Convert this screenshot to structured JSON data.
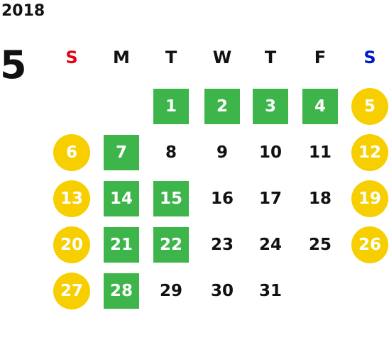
{
  "calendar": {
    "year": "2018",
    "month": "5",
    "weekdays": [
      {
        "label": "S",
        "color": "#e60012"
      },
      {
        "label": "M",
        "color": "#111111"
      },
      {
        "label": "T",
        "color": "#111111"
      },
      {
        "label": "W",
        "color": "#111111"
      },
      {
        "label": "T",
        "color": "#111111"
      },
      {
        "label": "F",
        "color": "#111111"
      },
      {
        "label": "S",
        "color": "#0019c8"
      }
    ],
    "days": [
      {
        "label": "1",
        "style": "green",
        "col": 2,
        "row": 0
      },
      {
        "label": "2",
        "style": "green",
        "col": 3,
        "row": 0
      },
      {
        "label": "3",
        "style": "green",
        "col": 4,
        "row": 0
      },
      {
        "label": "4",
        "style": "green",
        "col": 5,
        "row": 0
      },
      {
        "label": "5",
        "style": "yellow",
        "col": 6,
        "row": 0
      },
      {
        "label": "6",
        "style": "yellow",
        "col": 0,
        "row": 1
      },
      {
        "label": "7",
        "style": "green",
        "col": 1,
        "row": 1
      },
      {
        "label": "8",
        "style": "plain",
        "col": 2,
        "row": 1
      },
      {
        "label": "9",
        "style": "plain",
        "col": 3,
        "row": 1
      },
      {
        "label": "10",
        "style": "plain",
        "col": 4,
        "row": 1
      },
      {
        "label": "11",
        "style": "plain",
        "col": 5,
        "row": 1
      },
      {
        "label": "12",
        "style": "yellow",
        "col": 6,
        "row": 1
      },
      {
        "label": "13",
        "style": "yellow",
        "col": 0,
        "row": 2
      },
      {
        "label": "14",
        "style": "green",
        "col": 1,
        "row": 2
      },
      {
        "label": "15",
        "style": "green",
        "col": 2,
        "row": 2
      },
      {
        "label": "16",
        "style": "plain",
        "col": 3,
        "row": 2
      },
      {
        "label": "17",
        "style": "plain",
        "col": 4,
        "row": 2
      },
      {
        "label": "18",
        "style": "plain",
        "col": 5,
        "row": 2
      },
      {
        "label": "19",
        "style": "yellow",
        "col": 6,
        "row": 2
      },
      {
        "label": "20",
        "style": "yellow",
        "col": 0,
        "row": 3
      },
      {
        "label": "21",
        "style": "green",
        "col": 1,
        "row": 3
      },
      {
        "label": "22",
        "style": "green",
        "col": 2,
        "row": 3
      },
      {
        "label": "23",
        "style": "plain",
        "col": 3,
        "row": 3
      },
      {
        "label": "24",
        "style": "plain",
        "col": 4,
        "row": 3
      },
      {
        "label": "25",
        "style": "plain",
        "col": 5,
        "row": 3
      },
      {
        "label": "26",
        "style": "yellow",
        "col": 6,
        "row": 3
      },
      {
        "label": "27",
        "style": "yellow",
        "col": 0,
        "row": 4
      },
      {
        "label": "28",
        "style": "green",
        "col": 1,
        "row": 4
      },
      {
        "label": "29",
        "style": "plain",
        "col": 2,
        "row": 4
      },
      {
        "label": "30",
        "style": "plain",
        "col": 3,
        "row": 4
      },
      {
        "label": "31",
        "style": "plain",
        "col": 4,
        "row": 4
      }
    ]
  },
  "colors": {
    "green": "#3db54a",
    "yellow": "#f7cf00",
    "sunday": "#e60012",
    "saturday": "#0019c8"
  }
}
